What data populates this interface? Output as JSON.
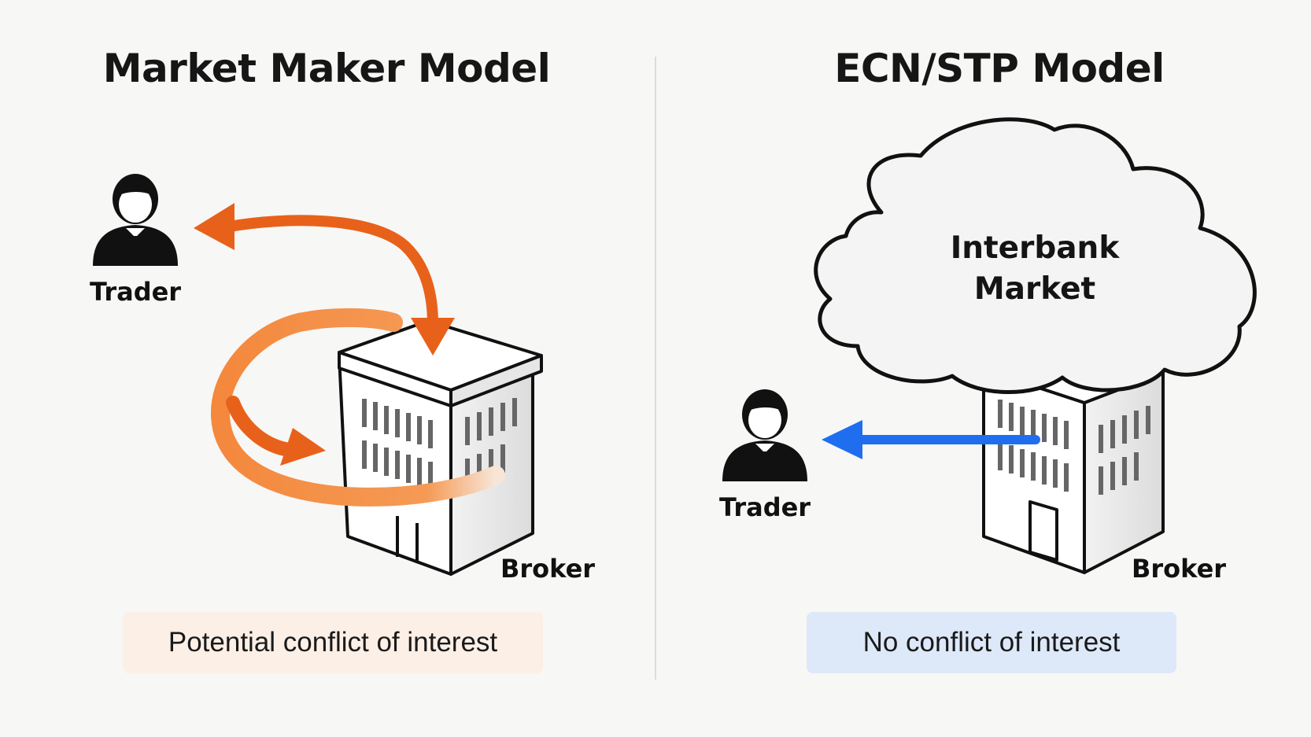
{
  "market_maker": {
    "title": "Market Maker Model",
    "trader_label": "Trader",
    "broker_label": "Broker",
    "note": "Potential conflict of interest",
    "note_color": "#fcefe6",
    "arrow_color": "#e8611a"
  },
  "ecn_stp": {
    "title": "ECN/STP Model",
    "market_label_line1": "Interbank",
    "market_label_line2": "Market",
    "trader_label": "Trader",
    "broker_label": "Broker",
    "note": "No conflict of interest",
    "note_color": "#dde9f8",
    "arrow_color": "#1f6ef0"
  },
  "icons": [
    "trader-icon",
    "broker-building-icon",
    "interbank-cloud-icon",
    "orange-arrow-icon",
    "blue-arrow-icon"
  ]
}
